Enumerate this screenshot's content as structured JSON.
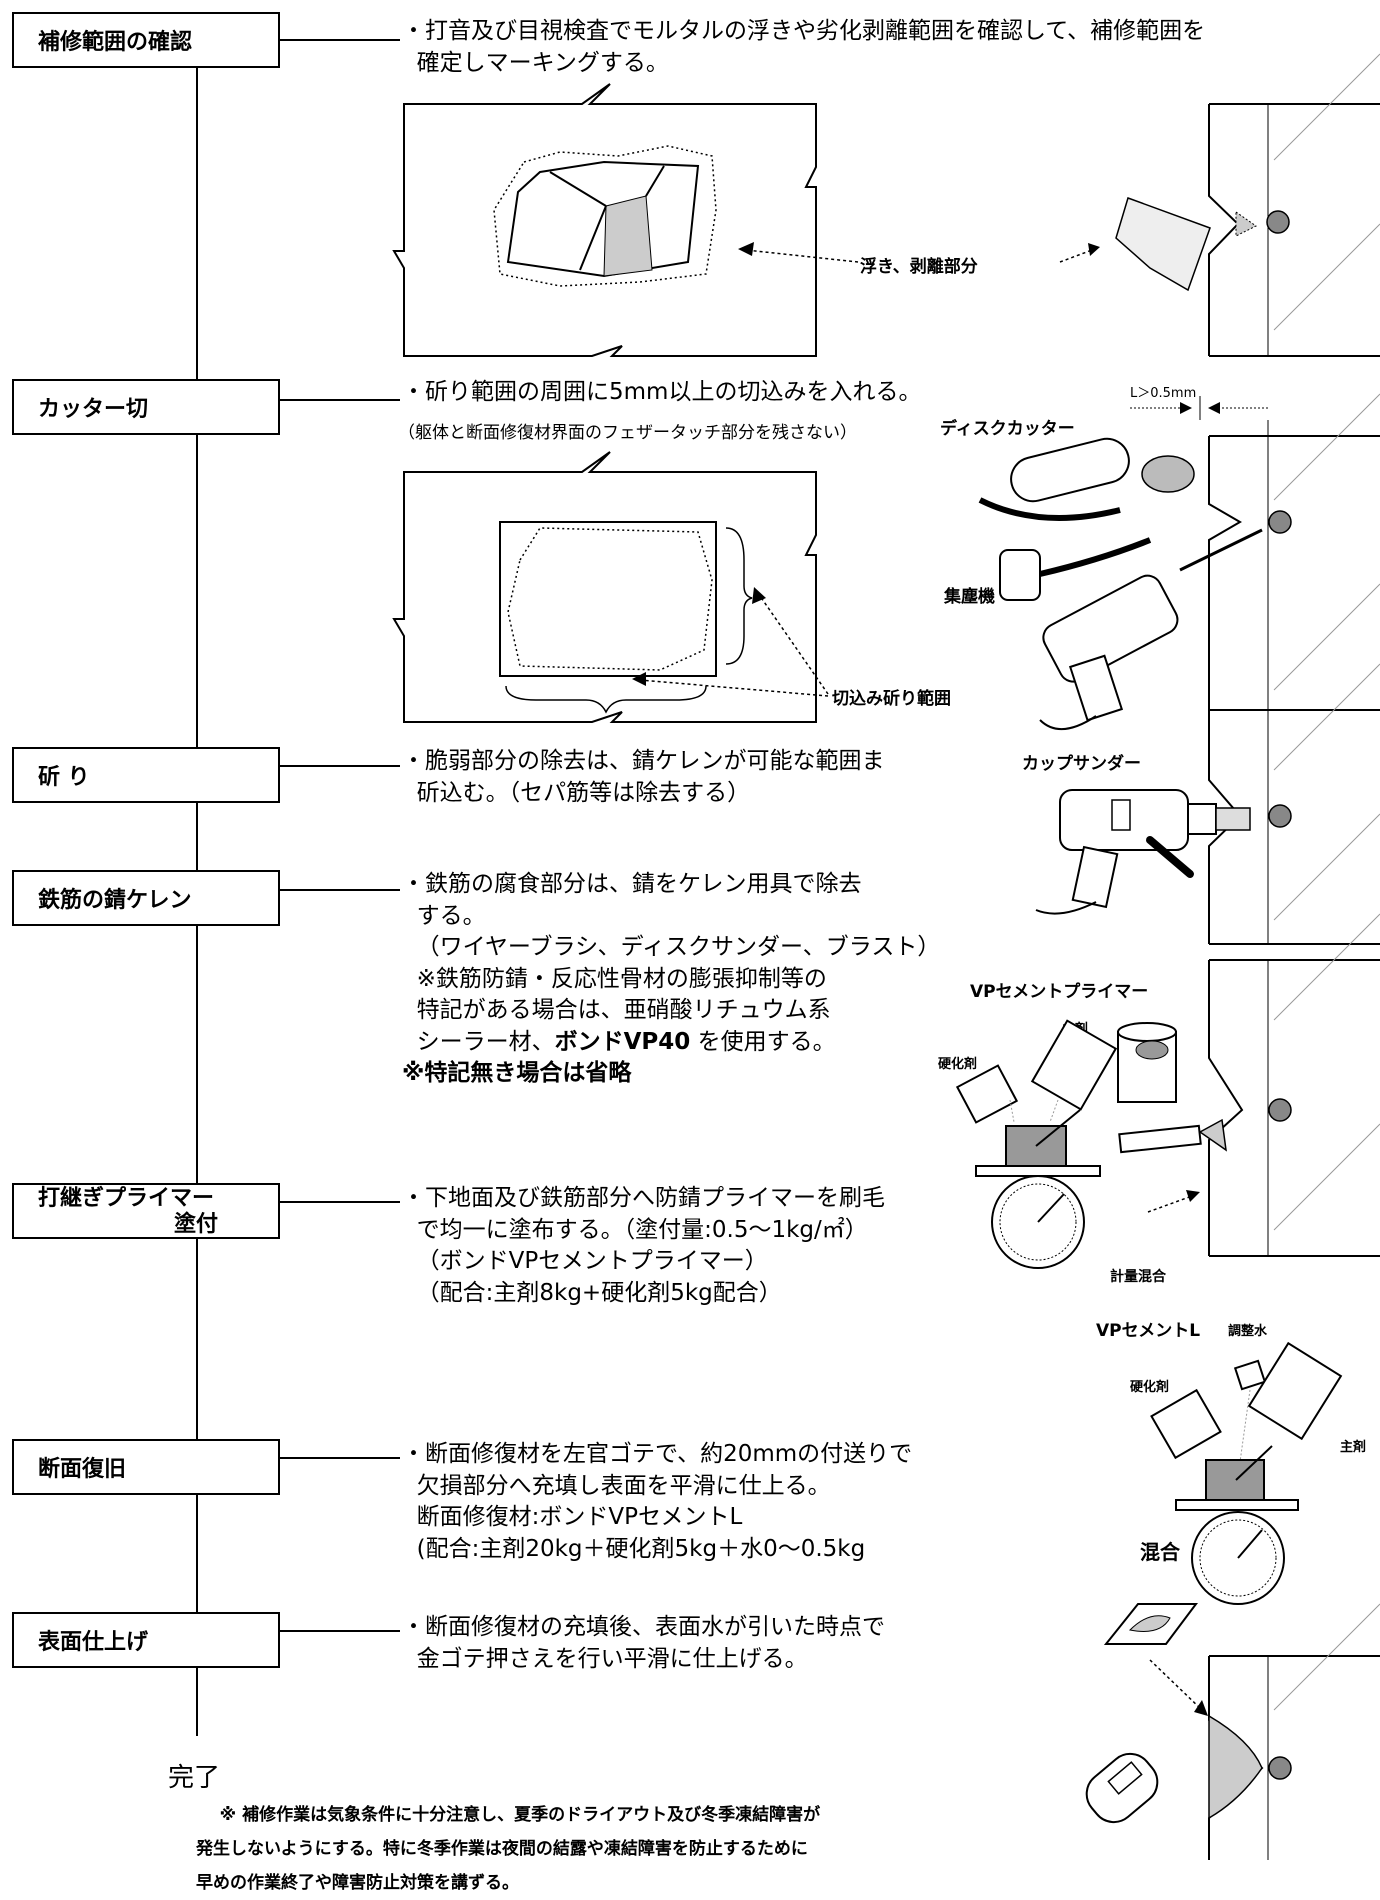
{
  "steps": [
    {
      "label": "補修範囲の確認"
    },
    {
      "label": "カッター切"
    },
    {
      "label": "斫 り"
    },
    {
      "label": "鉄筋の錆ケレン"
    },
    {
      "label_line1": "打継ぎプライマー",
      "label_line2": "塗付"
    },
    {
      "label": "断面復旧"
    },
    {
      "label": "表面仕上げ"
    }
  ],
  "desc": {
    "s1": "・打音及び目視検査でモルタルの浮きや劣化剥離範囲を確認して、補修範囲を\n  確定しマーキングする。",
    "s2_main": "・斫り範囲の周囲に5mm以上の切込みを入れる。",
    "s2_sub": "（躯体と断面修復材界面のフェザータッチ部分を残さない）",
    "s3": "・脆弱部分の除去は、錆ケレンが可能な範囲ま\n  斫込む。（セパ筋等は除去する）",
    "s4": "・鉄筋の腐食部分は、錆をケレン用具で除去\n  する。\n  （ワイヤーブラシ、ディスクサンダー、ブラスト）\n  ※鉄筋防錆・反応性骨材の膨張抑制等の\n  特記がある場合は、亜硝酸リチュウム系\n  シーラー材、",
    "s4_bond": "ボンドVP40",
    "s4_tail": " を使用する。",
    "s4_bold": "※特記無き場合は省略",
    "s5": "・下地面及び鉄筋部分へ防錆プライマーを刷毛\n  で均一に塗布する。（塗付量:0.5〜1kg/㎡）\n  （ボンドVPセメントプライマー）\n  （配合:主剤8kg+硬化剤5kg配合）",
    "s6": "・断面修復材を左官ゴテで、約20mmの付送りで\n  欠損部分へ充填し表面を平滑に仕上る。\n  断面修復材:ボンドVPセメントL\n  (配合:主剤20kg＋硬化剤5kg＋水0〜0.5kg",
    "s7": "・断面修復材の充填後、表面水が引いた時点で\n  金ゴテ押さえを行い平滑に仕上げる。"
  },
  "labels": {
    "ukihakuri": "浮き、剥離部分",
    "l_dim": "L＞0.5mm",
    "disk_cutter": "ディスクカッター",
    "dust_collector": "集塵機",
    "cut_range": "切込み斫り範囲",
    "cup_sander": "カップサンダー",
    "vp_primer": "VPセメントプライマー",
    "main_agent": "主剤",
    "hardener": "硬化剤",
    "weigh_mix": "計量混合",
    "vp_cement_l": "VPセメントL",
    "adjust_water": "調整水",
    "hardener2": "硬化剤",
    "main_agent2": "主剤",
    "mix": "混合"
  },
  "footer": {
    "done": "完了",
    "note": "    ※ 補修作業は気象条件に十分注意し、夏季のドライアウト及び冬季凍結障害が\n発生しないようにする。特に冬季作業は夜間の結露や凍結障害を防止するために\n早めの作業終了や障害防止対策を講ずる。"
  }
}
